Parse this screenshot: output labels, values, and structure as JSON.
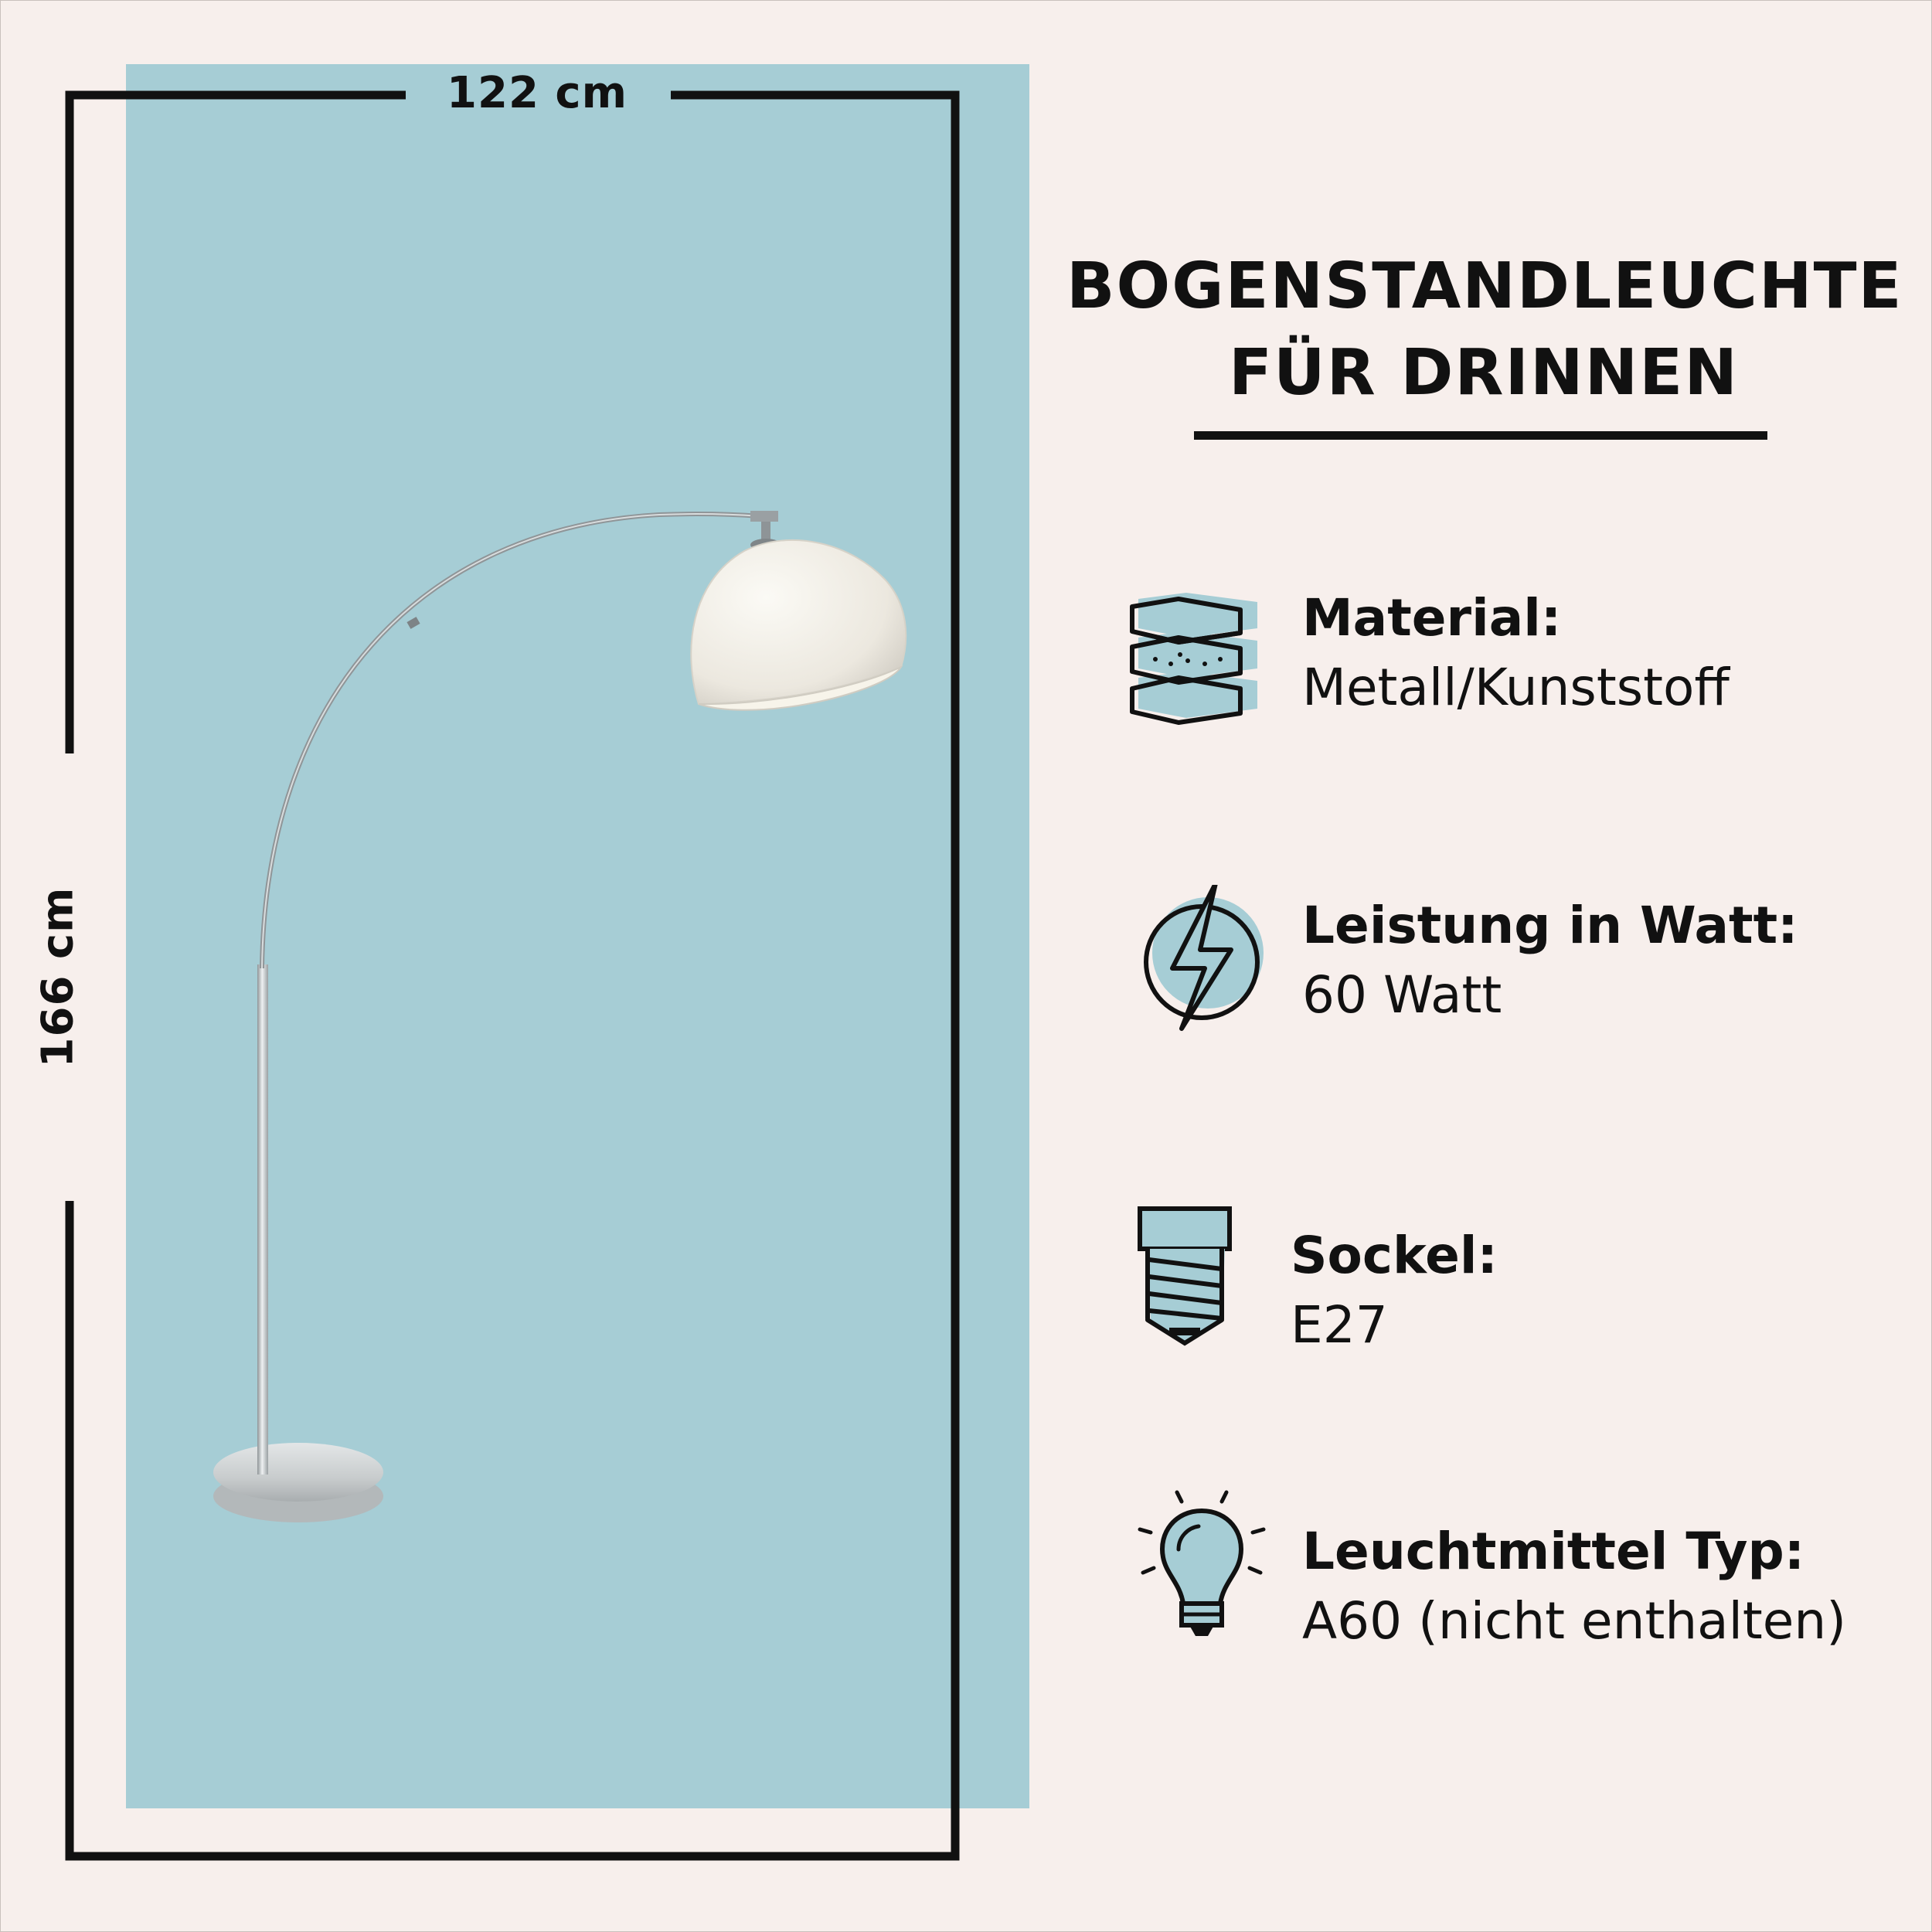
{
  "dimensions": {
    "width_label": "122 cm",
    "height_label": "166 cm"
  },
  "product": {
    "title_line1": "BOGENSTANDLEUCHTE",
    "title_line2": "FÜR DRINNEN"
  },
  "specs": [
    {
      "label": "Material:",
      "value": "Metall/Kunststoff",
      "icon": "material-layers-icon"
    },
    {
      "label": "Leistung in Watt:",
      "value": "60 Watt",
      "icon": "lightning-bolt-icon"
    },
    {
      "label": "Sockel:",
      "value": "E27",
      "icon": "bulb-socket-icon"
    },
    {
      "label": "Leuchtmittel Typ:",
      "value": "A60 (nicht enthalten)",
      "icon": "light-bulb-icon"
    }
  ],
  "colors": {
    "background": "#f7efec",
    "panel": "#a6cdd5",
    "text": "#111111"
  }
}
